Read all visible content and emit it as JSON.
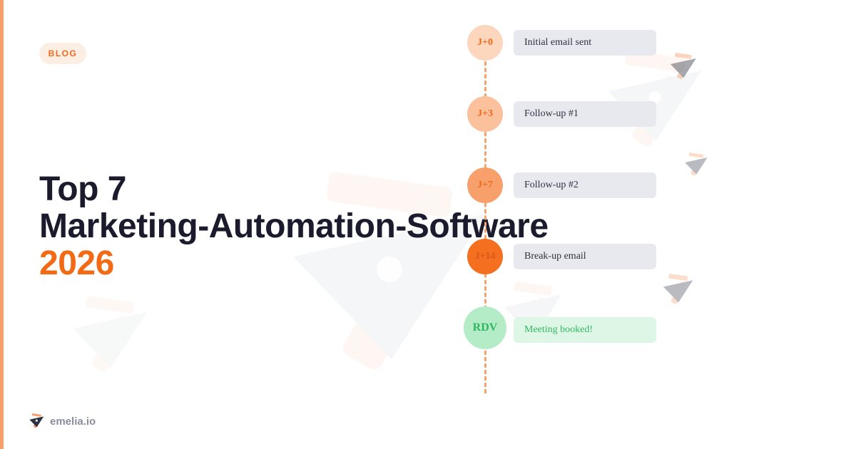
{
  "badge": {
    "label": "BLOG"
  },
  "title": {
    "line1": "Top 7",
    "line2": "Marketing-Automation-Software",
    "line3": "2026"
  },
  "timeline": {
    "steps": [
      {
        "day": "J+0",
        "label": "Initial email sent"
      },
      {
        "day": "J+3",
        "label": "Follow-up #1"
      },
      {
        "day": "J+7",
        "label": "Follow-up #2"
      },
      {
        "day": "J+14",
        "label": "Break-up email"
      },
      {
        "day": "RDV",
        "label": "Meeting booked!"
      }
    ]
  },
  "brand": {
    "name": "emelia.io"
  },
  "colors": {
    "accent": "#f26a13",
    "title": "#1c1b2e",
    "success": "#33b863",
    "card": "#e8e9ee"
  },
  "icons": {
    "decoration": "paper-plane-icon",
    "logo": "emelia-logo-icon"
  }
}
